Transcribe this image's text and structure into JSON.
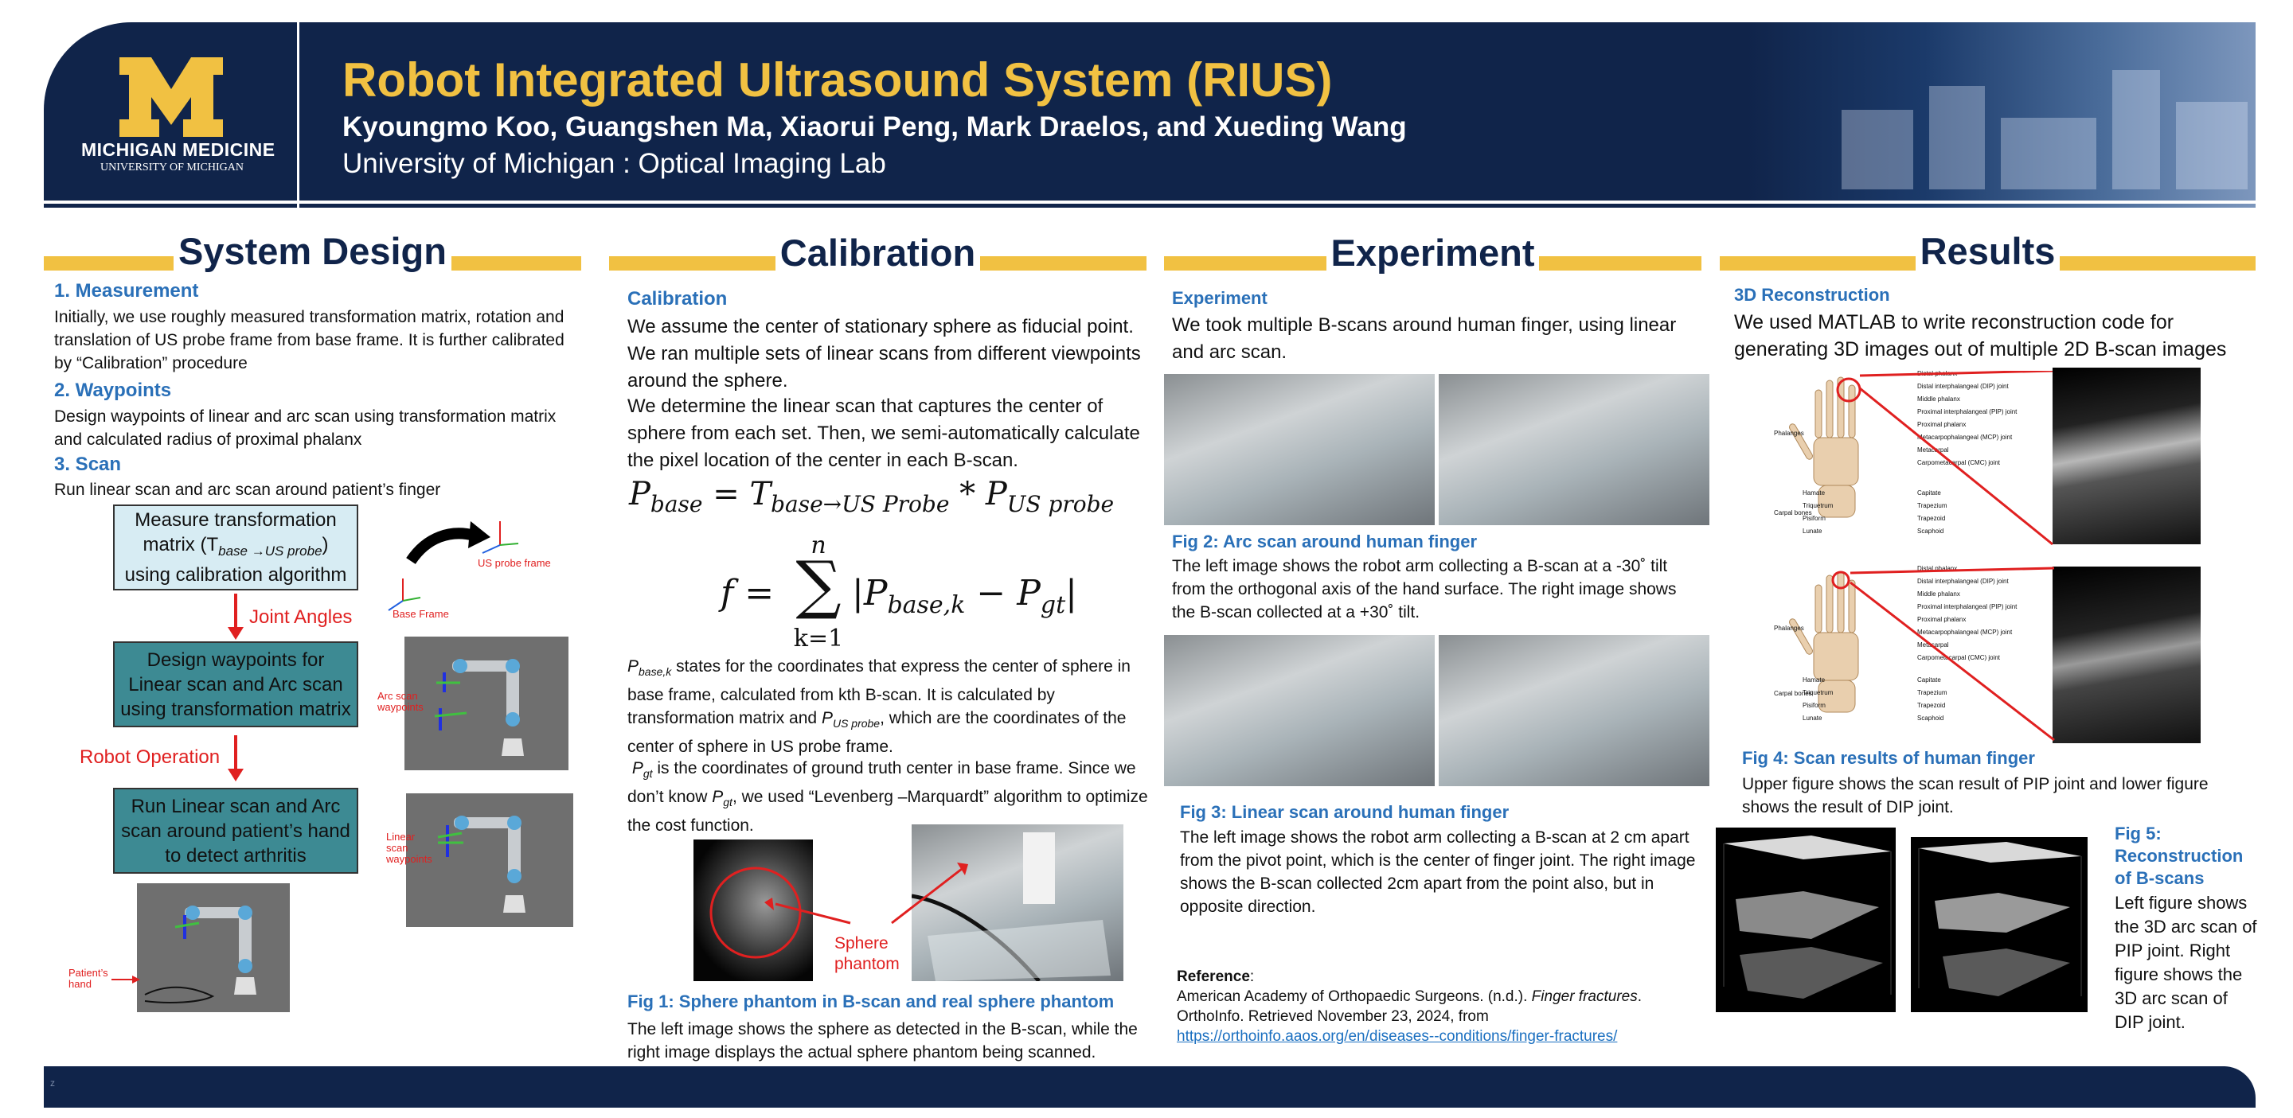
{
  "header": {
    "title": "Robot Integrated Ultrasound System (RIUS)",
    "authors": "Kyoungmo Koo, Guangshen Ma, Xiaorui Peng, Mark Draelos, and Xueding Wang",
    "affiliation": "University of Michigan : Optical Imaging Lab",
    "logo_name": "MICHIGAN MEDICINE",
    "logo_sub": "UNIVERSITY OF MICHIGAN"
  },
  "colors": {
    "navy": "#10244a",
    "maize": "#f1c142",
    "link_blue": "#2a70b8",
    "red": "#e02020"
  },
  "system_design": {
    "title": "System Design",
    "s1_head": "1. Measurement",
    "s1_body": "Initially, we use roughly measured transformation matrix, rotation and translation of US probe frame from base frame. It is further calibrated by “Calibration” procedure",
    "s2_head": "2. Waypoints",
    "s2_body": "Design waypoints of linear and arc scan using transformation matrix and calculated radius of proximal phalanx",
    "s3_head": "3. Scan",
    "s3_body": "Run linear scan and arc scan around patient’s finger",
    "box1_a": "Measure transformation",
    "box1_b": "matrix (T",
    "box1_sub": "base →US probe",
    "box1_c": ")",
    "box1_d": "using calibration algorithm",
    "joint_angles": "Joint Angles",
    "box2": "Design waypoints for Linear scan and Arc scan using transformation matrix",
    "robot_operation": "Robot Operation",
    "box3": "Run Linear scan and Arc scan around patient’s hand to detect arthritis",
    "us_probe_frame": "US probe frame",
    "base_frame": "Base Frame",
    "arc_scan_wp": "Arc scan waypoints",
    "linear_scan_wp": "Linear scan waypoints",
    "patients_hand": "Patient’s hand"
  },
  "calibration": {
    "title": "Calibration",
    "sub": "Calibration",
    "p1": "We assume the center of stationary sphere as fiducial point. We ran multiple sets of linear scans from different viewpoints around the sphere.",
    "p2": "We determine the linear scan that captures the center of sphere from each set. Then, we semi-automatically calculate the pixel location of the center in each B-scan.",
    "eq1_lhs": "P",
    "eq1_lhs_sub": "base",
    "eq1_eq": " = ",
    "eq1_t": "T",
    "eq1_t_sub": "base→US Probe",
    "eq1_star": " * ",
    "eq1_p": "P",
    "eq1_p_sub": "US probe",
    "eq2_f": "f = ",
    "eq2_top": "n",
    "eq2_sigma": "∑",
    "eq2_bot": "k=1",
    "eq2_body_a": "|P",
    "eq2_body_sub1": "base,k",
    "eq2_body_b": " − P",
    "eq2_body_sub2": "gt",
    "eq2_body_c": "|",
    "p3_sym": "P",
    "p3_sym_sub": "base,k",
    "p3_a": " states for the coordinates that express the center of sphere in base frame, calculated from kth B-scan. It is calculated by transformation matrix and ",
    "p3_sym2": "P",
    "p3_sym2_sub": "US probe",
    "p3_b": ", which are the coordinates of the center of sphere in US probe frame.",
    "p4_sym": "P",
    "p4_sym_sub": "gt",
    "p4_a": " is the coordinates of ground truth center in base frame. Since we don’t know ",
    "p4_sym2": "P",
    "p4_sym2_sub": "gt",
    "p4_b": ", we used “Levenberg –Marquardt” algorithm to optimize the cost function.",
    "sphere_label_1": "Sphere",
    "sphere_label_2": "phantom",
    "fig1_cap": "Fig 1: Sphere phantom in B-scan and real sphere phantom",
    "fig1_desc": "The left image shows the sphere as detected in the B-scan, while the right image displays the actual sphere phantom being scanned."
  },
  "experiment": {
    "title": "Experiment",
    "sub": "Experiment",
    "p1": "We took multiple B-scans around human finger, using linear and arc scan.",
    "fig2_cap": "Fig 2: Arc scan around human finger",
    "fig2_desc": "The left image shows the robot arm collecting a B-scan at a -30˚ tilt from the orthogonal axis of the hand surface. The right image shows the B-scan collected at a +30˚ tilt.",
    "fig3_cap": "Fig 3: Linear scan around human finger",
    "fig3_desc": "The left image shows the robot arm collecting a B-scan at 2 cm apart from the pivot point, which is the center of finger joint. The right image shows the B-scan collected 2cm apart from the point also, but in opposite direction.",
    "ref_label": "Reference",
    "ref_a": "American Academy of Orthopaedic Surgeons. (n.d.). ",
    "ref_italic": "Finger fractures",
    "ref_b": ". OrthoInfo. Retrieved November 23, 2024, from",
    "ref_link": "https://orthoinfo.aaos.org/en/diseases--conditions/finger-fractures/"
  },
  "results": {
    "title": "Results",
    "sub": "3D Reconstruction",
    "p1": "We used MATLAB to write reconstruction code for generating 3D images out of multiple 2D B-scan images",
    "fig4_cap": "Fig 4: Scan results of human finger",
    "fig4_desc": "Upper figure shows the scan result of PIP joint and lower figure shows the result of DIP joint.",
    "fig5_cap_1": "Fig 5:",
    "fig5_cap_2": "Reconstruction",
    "fig5_cap_3": "of B-scans",
    "fig5_desc": "Left figure shows the 3D arc scan of PIP joint. Right figure shows the 3D arc scan of DIP joint.",
    "hand_labels_right": [
      "Distal phalanx",
      "Distal interphalangeal (DIP) joint",
      "Middle phalanx",
      "Proximal interphalangeal (PIP) joint",
      "Proximal phalanx",
      "Metacarpophalangeal (MCP) joint",
      "Metacarpal",
      "Carpometacarpal (CMC) joint"
    ],
    "hand_labels_left": [
      "Phalanges",
      "Hamate",
      "Triquetrum",
      "Pisiform",
      "Lunate"
    ],
    "hand_labels_bottom_right": [
      "Capitate",
      "Trapezium",
      "Trapezoid",
      "Scaphoid"
    ],
    "carpal_bones": "Carpal bones"
  },
  "footer": {
    "mark": "z"
  }
}
